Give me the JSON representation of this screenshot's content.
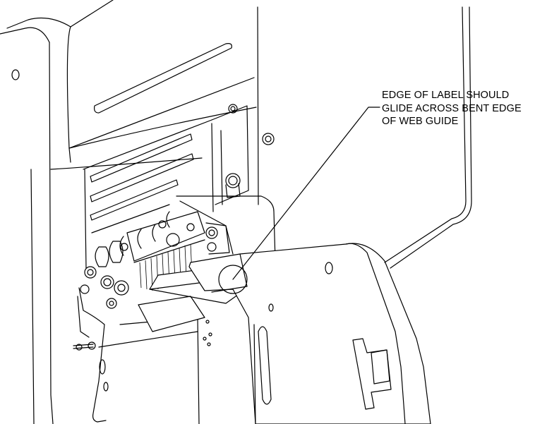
{
  "callout": {
    "lines": [
      "EDGE OF LABEL SHOULD",
      "GLIDE ACROSS BENT EDGE",
      "OF WEB GUIDE"
    ]
  }
}
